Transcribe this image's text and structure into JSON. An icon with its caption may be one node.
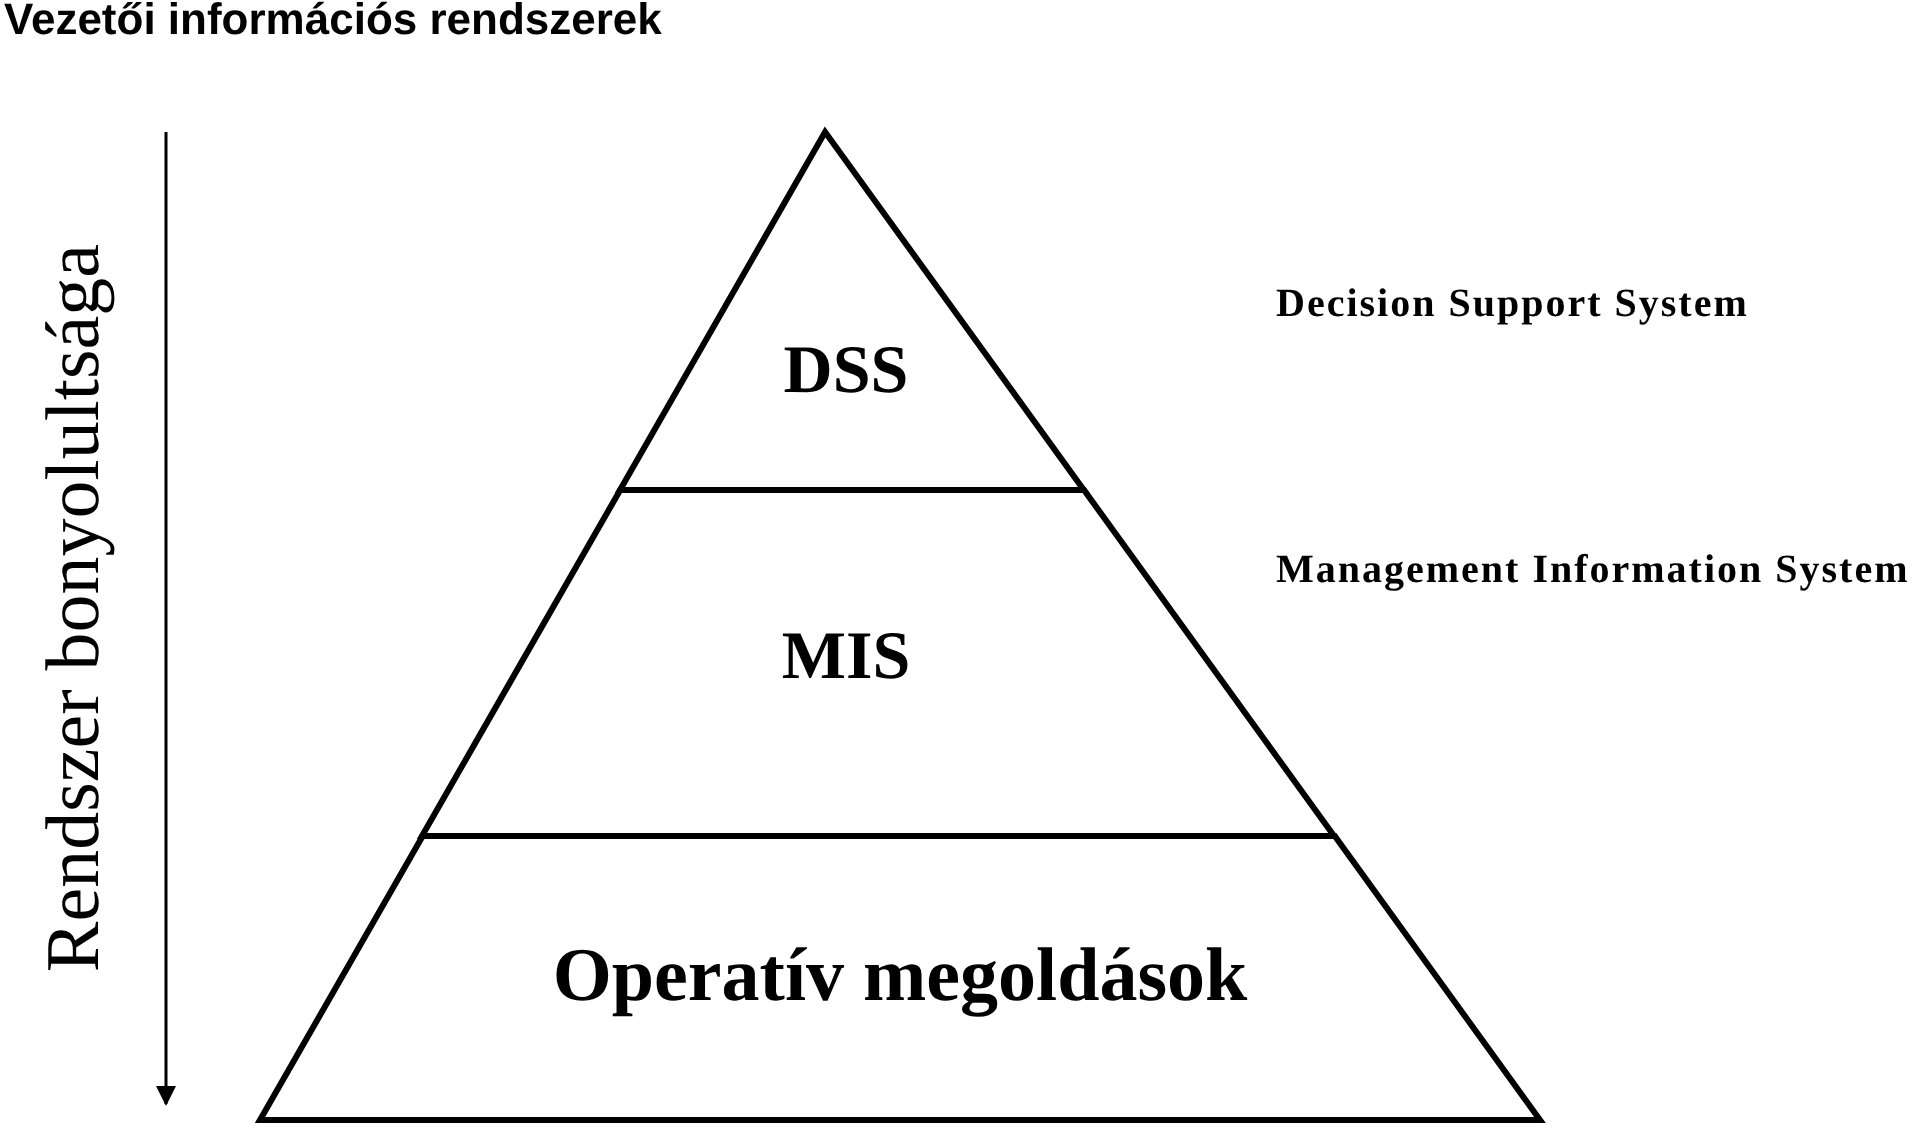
{
  "diagram": {
    "title": "Vezetői információs rendszerek",
    "nodes": [
      {
        "text": [
          "DSS"
        ]
      },
      {
        "text": [
          "MIS"
        ]
      },
      {
        "text": [
          "Operatív megoldások"
        ]
      }
    ],
    "labels": [
      "Rendszer bonyolultsága",
      "Decision Support System",
      "Management Information System"
    ]
  }
}
